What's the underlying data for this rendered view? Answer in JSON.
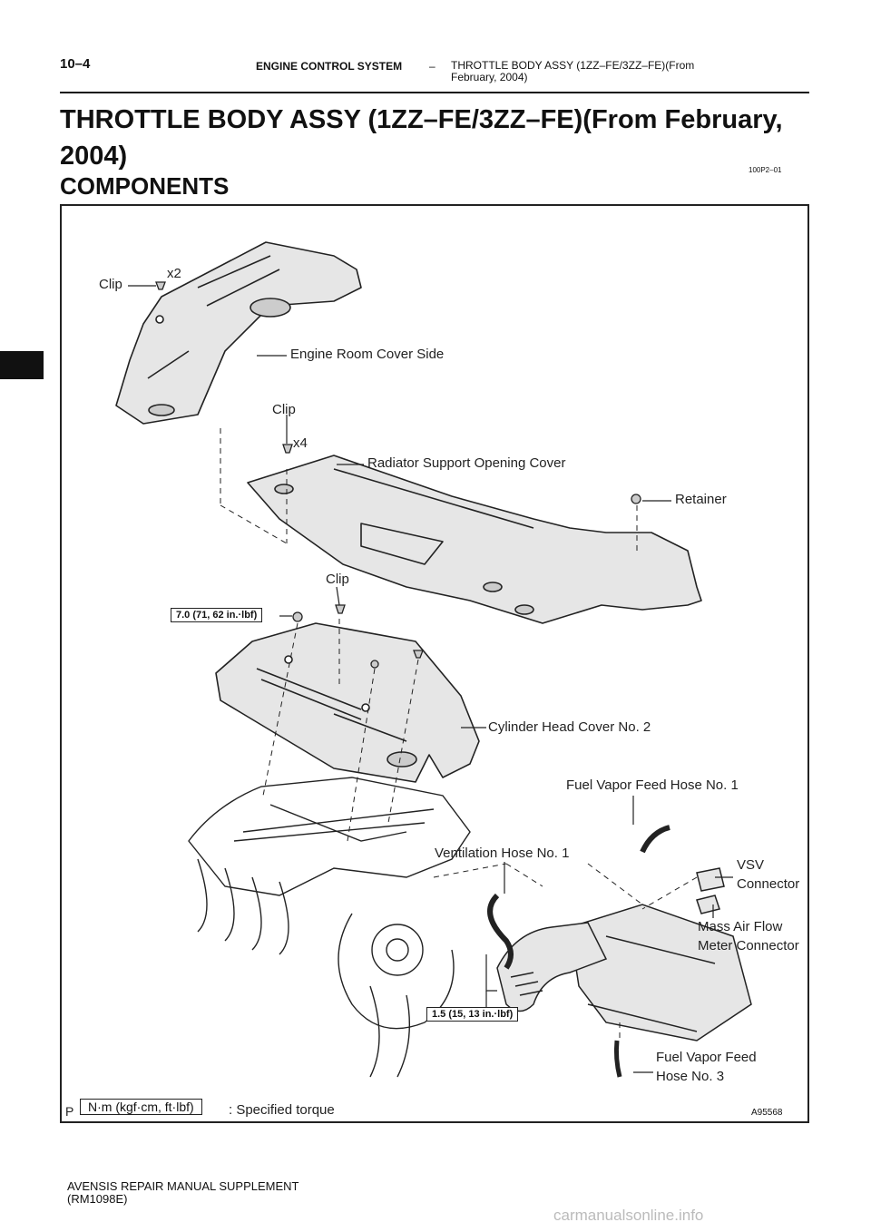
{
  "header": {
    "page_number": "10–4",
    "section": "ENGINE CONTROL SYSTEM",
    "separator": "–",
    "subtitle": "THROTTLE BODY ASSY (1ZZ–FE/3ZZ–FE)(From February, 2004)"
  },
  "title": "THROTTLE BODY ASSY (1ZZ–FE/3ZZ–FE)(From February, 2004)",
  "doc_code": "100P2–01",
  "heading": "COMPONENTS",
  "figure": {
    "labels": {
      "clip_top": "Clip",
      "x2": "x2",
      "engine_room_cover_side": "Engine Room Cover Side",
      "clip_mid": "Clip",
      "x4": "x4",
      "radiator_support_opening_cover": "Radiator Support Opening Cover",
      "retainer": "Retainer",
      "clip_lower": "Clip",
      "cylinder_head_cover_no2": "Cylinder Head Cover No. 2",
      "fuel_vapor_feed_hose_no1": "Fuel Vapor Feed Hose No. 1",
      "ventilation_hose_no1": "Ventilation Hose No. 1",
      "vsv_line1": "VSV",
      "vsv_line2": "Connector",
      "maf_line1": "Mass Air Flow",
      "maf_line2": "Meter Connector",
      "fuel_vapor_no3_line1": "Fuel Vapor Feed",
      "fuel_vapor_no3_line2": "Hose No. 3"
    },
    "torques": {
      "cover_bolt": "7.0 (71, 62 in.·lbf)",
      "hose_clamp": "1.5 (15, 13 in.·lbf)"
    },
    "legend": {
      "unit_box": "N·m (kgf·cm, ft·lbf)",
      "text": ": Specified torque"
    },
    "corner_mark": "P",
    "figure_id": "A95568"
  },
  "footer": {
    "line1": "AVENSIS REPAIR MANUAL SUPPLEMENT",
    "line2": "(RM1098E)"
  },
  "watermark": "carmanualsonline.info"
}
